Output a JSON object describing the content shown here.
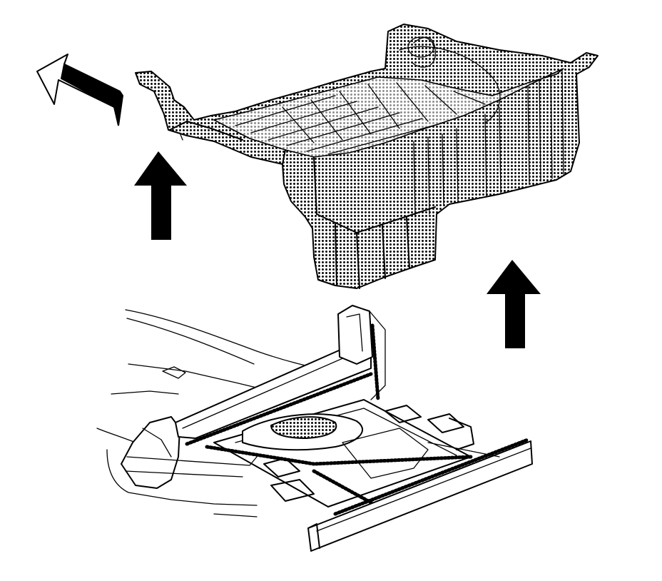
{
  "diagram": {
    "parts": [
      {
        "id": "rear-floor-panel",
        "icon": "rear-floor-panel-icon"
      },
      {
        "id": "underbody-frame",
        "icon": "underbody-frame-icon"
      }
    ],
    "arrows": [
      {
        "id": "forward-direction-arrow",
        "icon": "hollow-arrow-up-left-icon"
      },
      {
        "id": "lift-arrow-left",
        "icon": "solid-arrow-up-icon"
      },
      {
        "id": "lift-arrow-right",
        "icon": "solid-arrow-up-icon"
      }
    ],
    "colors": {
      "line": "#000000",
      "background": "#ffffff",
      "fill_pattern": "#000000"
    }
  }
}
